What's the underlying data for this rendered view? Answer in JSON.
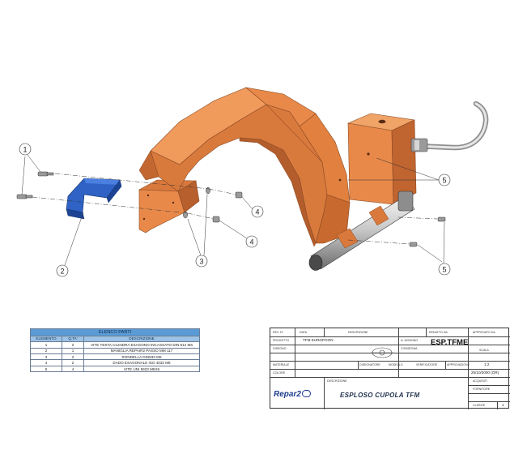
{
  "callouts": [
    "1",
    "2",
    "3",
    "4",
    "4",
    "5",
    "5"
  ],
  "colors": {
    "dome": "#e8894a",
    "dome_shade": "#c86a33",
    "dome_dark": "#a9552a",
    "handle": "#2f62c4",
    "table_title_bg": "#5b9bd5",
    "table_header_bg": "#9cc3e6"
  },
  "parts_list": {
    "title": "ELENCO PARTI",
    "columns": [
      "ELEMENTO",
      "Q.TA'",
      "DESCRIZIONE"
    ],
    "rows": [
      [
        "1",
        "2",
        "VITE TESTA CILINDRA ESAGONO INCASSATO DIN 912 M6"
      ],
      [
        "2",
        "1",
        "MANIGLIA REPAIR2 PASSO MM 117"
      ],
      [
        "3",
        "2",
        "RONDELLA DIN933 M6"
      ],
      [
        "4",
        "2",
        "DADO ESAGONALE ISO 4032 M6"
      ],
      [
        "5",
        "4",
        "VITE UNI 5923 M6X6"
      ]
    ]
  },
  "title_block": {
    "rev_label": "REV. N°",
    "data_label": "DATA",
    "descrizione_label": "DESCRIZIONE",
    "redatto_label": "REDATTO DA",
    "approvato_label": "APPROVATO DA",
    "progetto_label": "PROGETTO",
    "progetto_value": "TFM EUROPOON",
    "disegno_label": "DISEGNO",
    "materiale_label": "MATERIALE",
    "colore_label": "COLORE",
    "nr_disegno_label": "N. DISEGNO",
    "code": "ESP.TFME",
    "consegna_label": "CONSEGNA",
    "scala_label": "SCALA",
    "scala_value": "1:2",
    "disegnatore_label": "DISEGNATORE",
    "modello_label": "MODELLO",
    "verificatore_label": "VERIFICATORE",
    "approvazione_label": "APPROVAZIONE",
    "date_value": "25/10/2000 (OR)",
    "descrizione_title": "DESCRIZIONE",
    "description": "ESPLOSO CUPOLA TFM",
    "acquisito_label": "ACQUISITI",
    "fornitore_label": "FORNITORE",
    "cliente_label": "CLIENTE",
    "foglio_value": "1",
    "logo": "Repar2"
  }
}
